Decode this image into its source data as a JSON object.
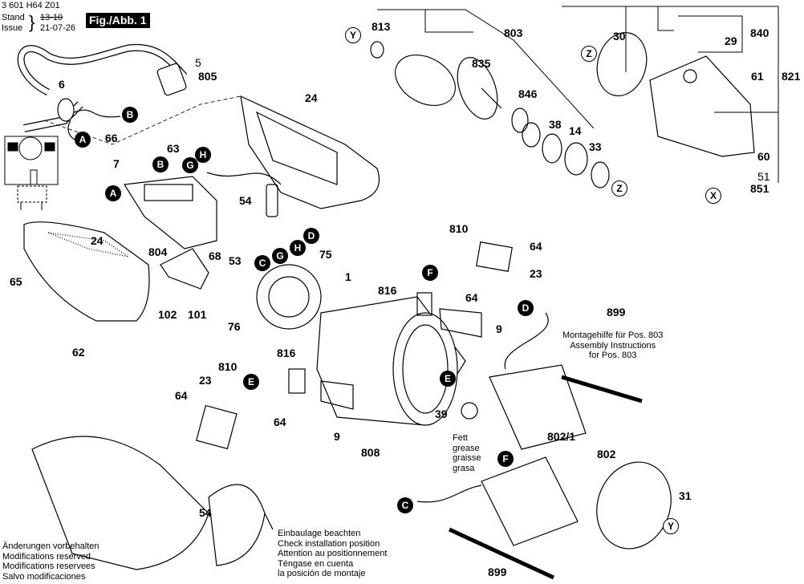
{
  "header": {
    "doc_number": "3 601 H64 Z01",
    "stand_label": "Stand",
    "issue_label": "Issue",
    "old_date_struck": "13-10",
    "date": "21-07-26",
    "figure_label": "Fig./Abb. 1"
  },
  "part_numbers": {
    "p5": "5",
    "p805": "805",
    "p6": "6",
    "p24a": "24",
    "p24b": "24",
    "p66": "66",
    "p63": "63",
    "p7": "7",
    "p54a": "54",
    "p54b": "54",
    "p804": "804",
    "p68": "68",
    "p53": "53",
    "p65": "65",
    "p102": "102",
    "p101": "101",
    "p62": "62",
    "p75": "75",
    "p76": "76",
    "p1": "1",
    "p810a": "810",
    "p810b": "810",
    "p816a": "816",
    "p816b": "816",
    "p64a": "64",
    "p64b": "64",
    "p64c": "64",
    "p64d": "64",
    "p23a": "23",
    "p23b": "23",
    "p9a": "9",
    "p9b": "9",
    "p39": "39",
    "p808": "808",
    "p899a": "899",
    "p899b": "899",
    "p802_1": "802/1",
    "p802": "802",
    "p31": "31",
    "p813": "813",
    "p803": "803",
    "p835": "835",
    "p846": "846",
    "p38": "38",
    "p14": "14",
    "p33": "33",
    "p30": "30",
    "p840": "840",
    "p29": "29",
    "p821": "821",
    "p61": "61",
    "p60": "60",
    "p51": "51",
    "p851": "851"
  },
  "connectors": {
    "A": "A",
    "B": "B",
    "C": "C",
    "D": "D",
    "E": "E",
    "F": "F",
    "G": "G",
    "H": "H",
    "X": "X",
    "Y": "Y",
    "Z": "Z"
  },
  "notes": {
    "assembly_help": [
      "Montagehilfe für Pos. 803",
      "Assembly Instructions",
      "for Pos. 803"
    ],
    "grease": [
      "Fett",
      "grease",
      "graisse",
      "grasa"
    ],
    "installation": [
      "Einbaulage beachten",
      "Check installation position",
      "Attention au positionnement",
      "Téngase en cuenta",
      "la posición de montaje"
    ],
    "modifications": [
      "Änderungen vorbehalten",
      "Modifications reserved",
      "Modifications reservees",
      "Salvo modificaciones"
    ]
  }
}
